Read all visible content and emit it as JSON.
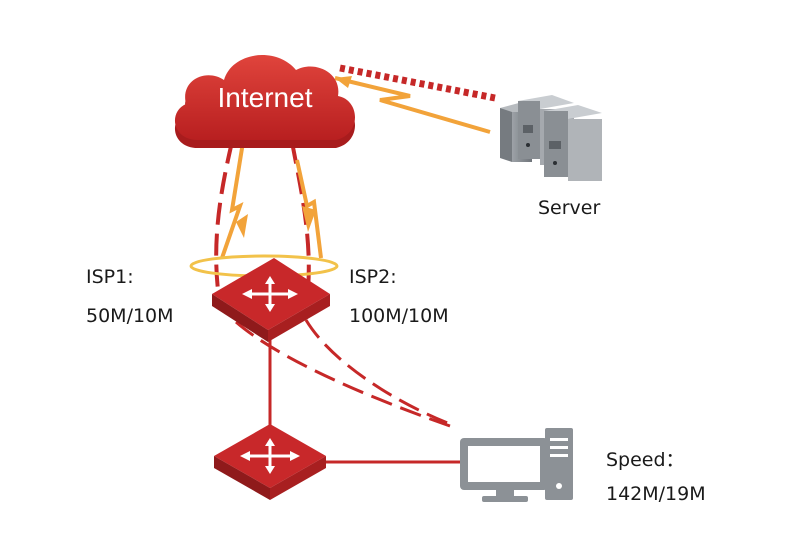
{
  "cloud": {
    "label": "Internet"
  },
  "server": {
    "label": "Server"
  },
  "isp1": {
    "name": "ISP1:",
    "speed": "50M/10M"
  },
  "isp2": {
    "name": "ISP2:",
    "speed": "100M/10M"
  },
  "client": {
    "speed_label": "Speed：",
    "speed_value": "142M/19M"
  },
  "colors": {
    "link_red": "#c62828",
    "flow_orange": "#f2a33a",
    "device_red": "#c8282a",
    "server_gray": "#8c9196"
  },
  "icons": [
    "cloud-icon",
    "server-rack-icon",
    "router-icon",
    "switch-icon",
    "desktop-computer-icon"
  ]
}
